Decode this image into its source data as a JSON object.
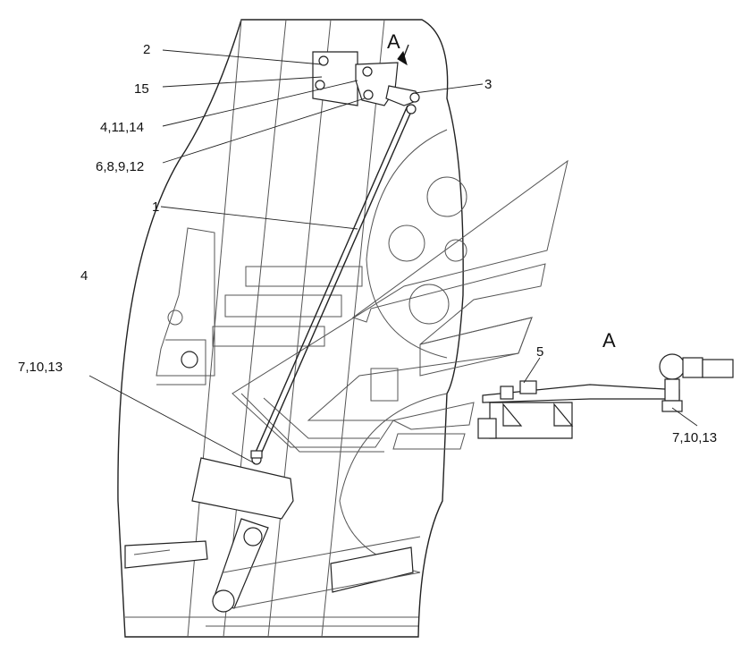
{
  "labels": {
    "l2": "2",
    "l15": "15",
    "l4_11_14": "4,11,14",
    "l6_8_9_12": "6,8,9,12",
    "l1": "1",
    "l4": "4",
    "l7_10_13_left": "7,10,13",
    "l3": "3",
    "l5": "5",
    "l7_10_13_right": "7,10,13"
  },
  "views": {
    "arrow_a": "A",
    "detail_a": "A"
  }
}
